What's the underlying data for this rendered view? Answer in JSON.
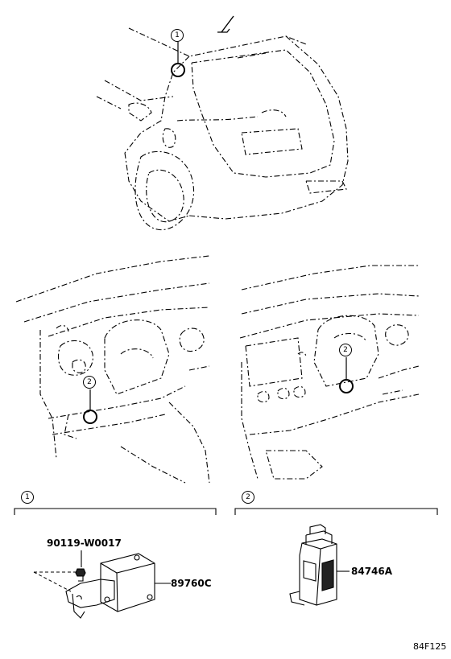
{
  "callouts": {
    "c1": "1",
    "c2": "2"
  },
  "sections": {
    "section1_marker": "1",
    "section2_marker": "2"
  },
  "parts": {
    "bolt": "90119-W0017",
    "ecu": "89760C",
    "switch": "84746A"
  },
  "figure_code": "84F125"
}
